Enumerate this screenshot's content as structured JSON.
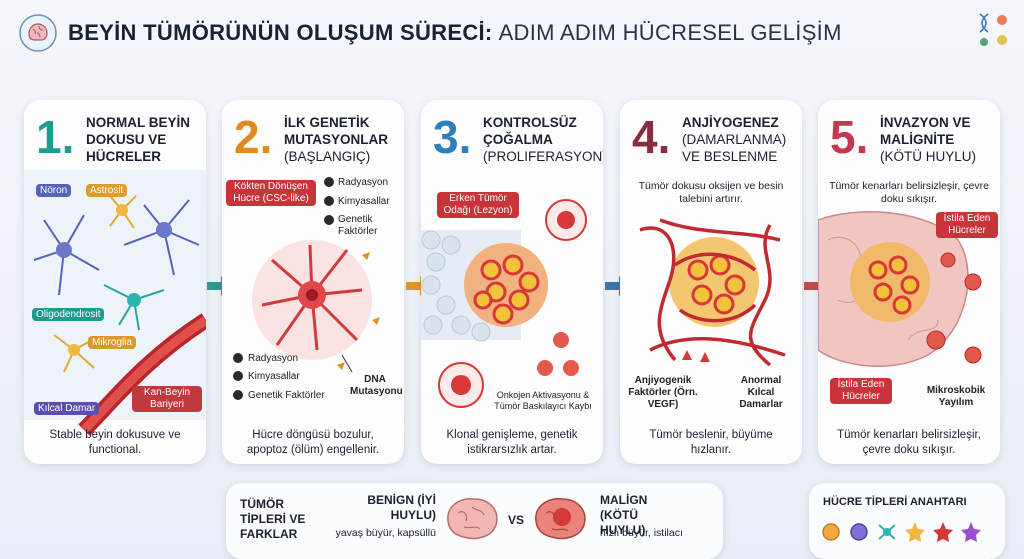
{
  "header": {
    "title_bold": "BEYİN TÜMÖRÜNÜN OLUŞUM SÜRECİ:",
    "title_light": "ADIM ADIM HÜCRESEL GELİŞİM"
  },
  "steps": [
    {
      "number": "1.",
      "title": "NORMAL BEYİN DOKUSU VE HÜCRELER",
      "subtitle": "",
      "labels": {
        "neuron": "Nöron",
        "astrocyte": "Astrosit",
        "oligo": "Oligodendrosit",
        "microglia": "Mikroglia",
        "capillary": "Kılcal Damar",
        "bbb": "Kan-Beyin Bariyeri"
      },
      "desc": "Stable beyin dokusuve ve functional."
    },
    {
      "number": "2.",
      "title": "İLK GENETİK MUTASYONLAR",
      "subtitle": "(BAŞLANGIÇ)",
      "labels": {
        "csc": "Kökten Dönüşen Hücre (CSC-like)",
        "radiation_top": "Radyasyon",
        "chem_top": "Kimyasallar",
        "genetic_top": "Genetik Faktörler",
        "radiation": "Radyasyon",
        "chem": "Kimyasallar",
        "genetic": "Genetik Faktörler",
        "dna": "DNA Mutasyonu"
      },
      "desc": "Hücre döngüsü bozulur, apoptoz (ölüm) engellenir."
    },
    {
      "number": "3.",
      "title": "KONTROLSÜZ ÇOĞALMA",
      "subtitle": "(PROLIFERASYON)",
      "labels": {
        "focus": "Erken Tümör Odağı (Lezyon)",
        "onco": "Onkojen Aktivasyonu & Tümör Baskılayıcı Kaybı"
      },
      "desc": "Klonal genişleme, genetik istikrarsızlık artar."
    },
    {
      "number": "4.",
      "title": "ANJİYOGENEZ",
      "subtitle": "(DAMARLANMA) VE BESLENME",
      "labels": {
        "top": "Tümör dokusu oksijen ve besin talebini artırır.",
        "vegf": "Anjiyogenik Faktörler (Örn. VEGF)",
        "vessels": "Anormal Kılcal Damarlar"
      },
      "desc": "Tümör beslenir, büyüme hızlanır."
    },
    {
      "number": "5.",
      "title": "İNVAZYON VE MALİGNİTE",
      "subtitle": "(KÖTÜ HUYLU)",
      "labels": {
        "top": "Tümör kenarları belirsizleşir, çevre doku sıkışır.",
        "invading_top": "İstila Eden Hücreler",
        "invading_bottom": "İstila Eden Hücreler",
        "micro": "Mikroskobik Yayılım"
      },
      "desc": "Tümör kenarları belirsizleşir, çevre doku sıkışır."
    }
  ],
  "bottom": {
    "types_title": "TÜMÖR TİPLERİ VE FARKLAR",
    "benign_title": "BENİGN (İYİ HUYLU)",
    "benign_desc": "yavaş büyür, kapsüllü",
    "vs": "VS",
    "malign_title": "MALİGN (KÖTÜ HUYLU)",
    "malign_desc": "hızlı büyür, istilacı"
  },
  "legend": {
    "title": "HÜCRE TİPLERİ ANAHTARI"
  },
  "colors": {
    "step1": "#1f9a8e",
    "step2": "#e08a1e",
    "step3": "#2f7fbf",
    "step4": "#8a2c3f",
    "step5": "#c23a50",
    "tumor_yellow": "#f2c23a",
    "tumor_red": "#d8383a"
  }
}
